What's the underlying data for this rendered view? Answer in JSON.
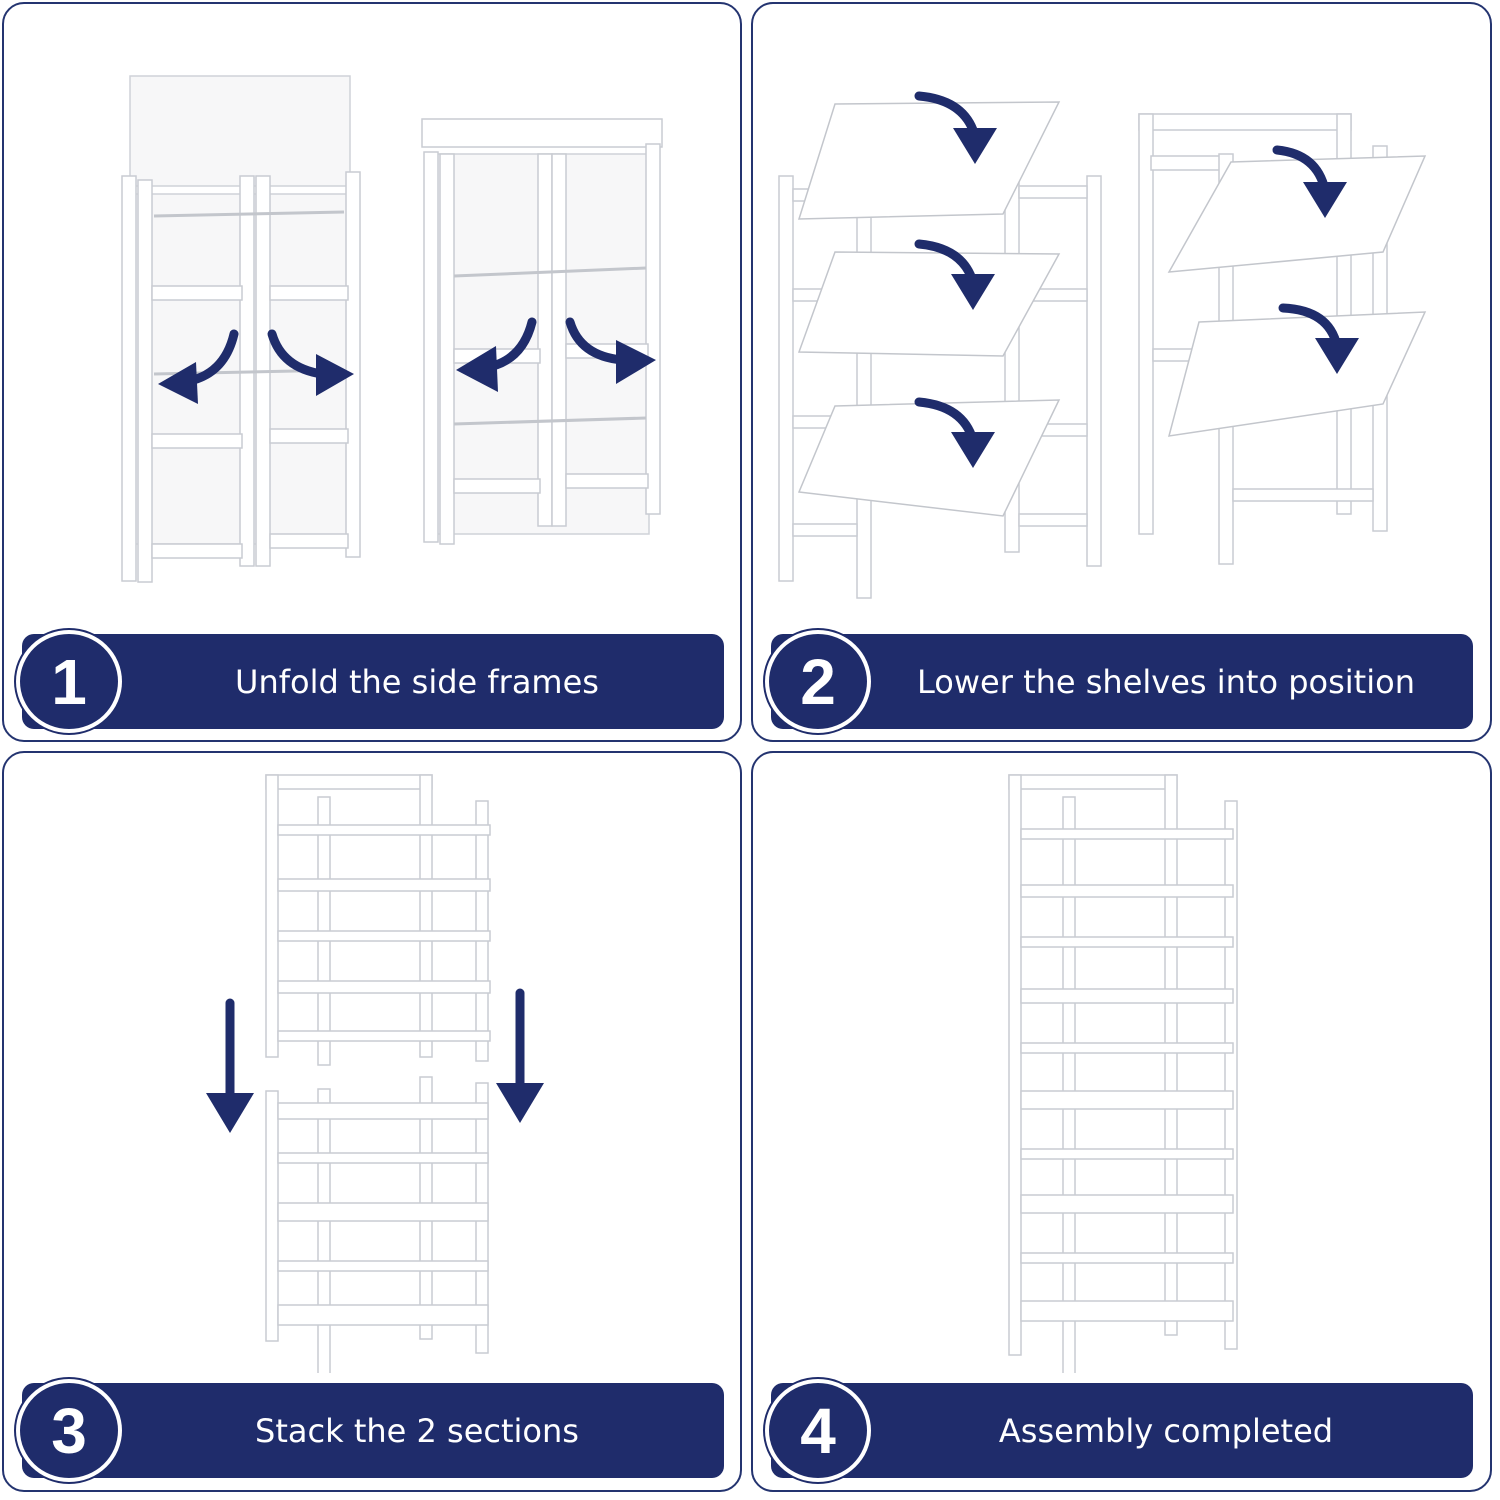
{
  "accent_color": "#1f2c6b",
  "steps": [
    {
      "number": "1",
      "caption": "Unfold the side frames"
    },
    {
      "number": "2",
      "caption": "Lower the shelves into position"
    },
    {
      "number": "3",
      "caption": "Stack the 2 sections"
    },
    {
      "number": "4",
      "caption": "Assembly completed"
    }
  ]
}
